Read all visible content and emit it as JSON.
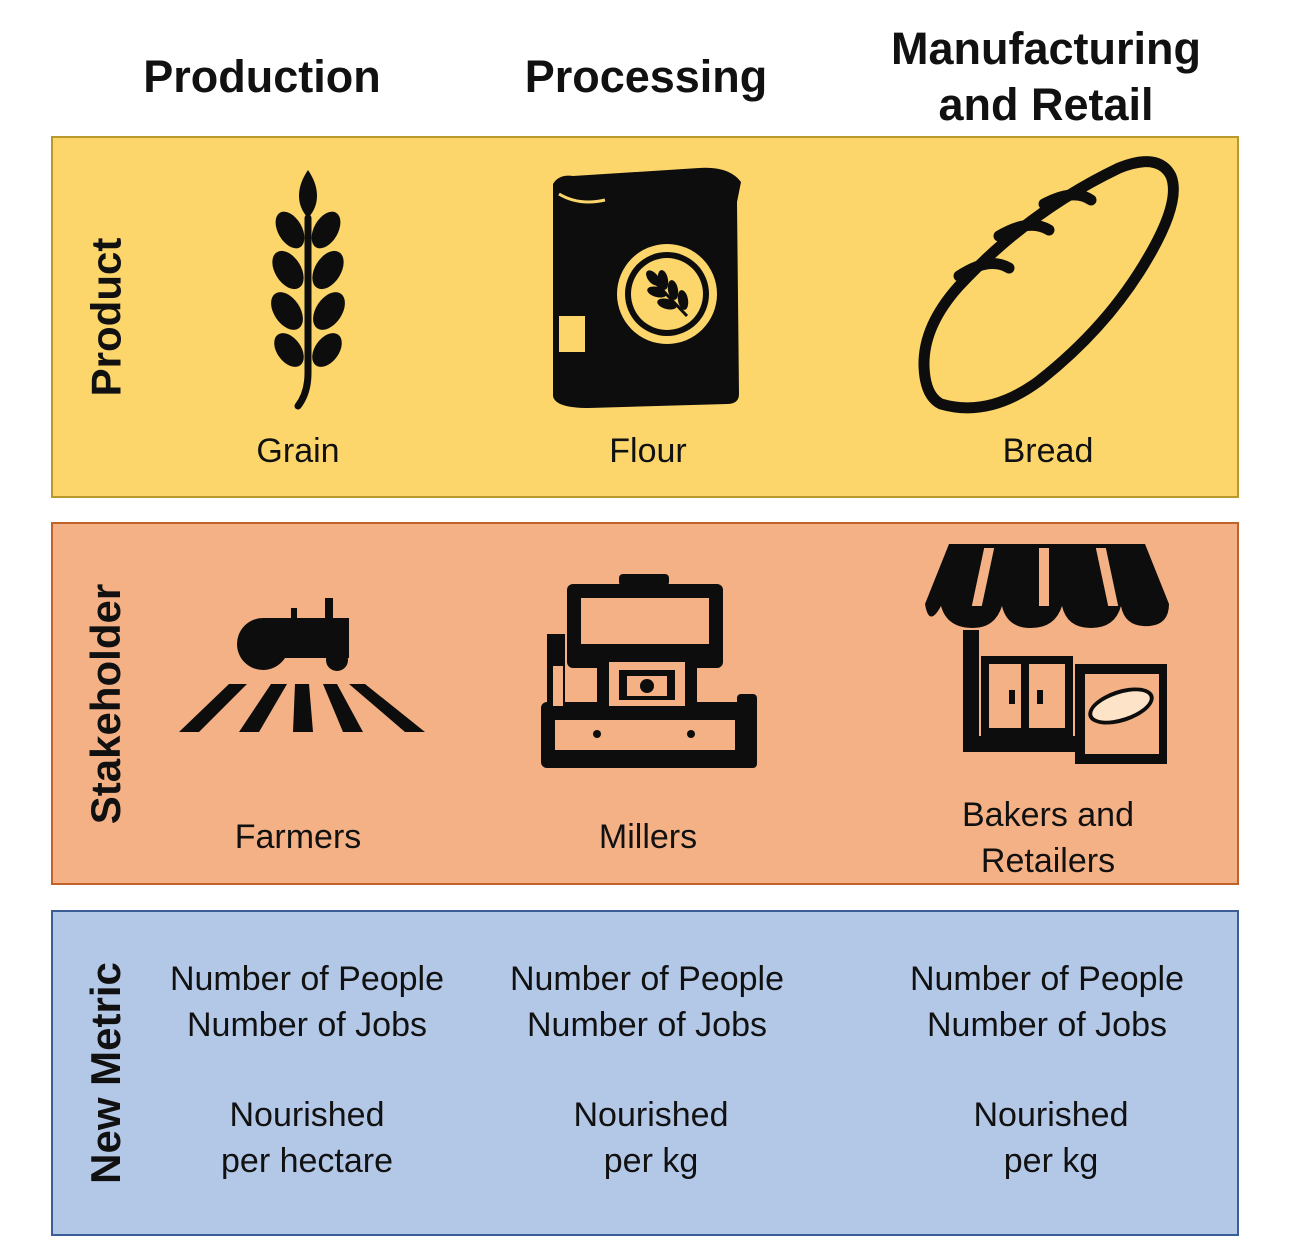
{
  "columns": [
    {
      "header": "Production"
    },
    {
      "header": "Processing"
    },
    {
      "header": "Manufacturing\nand Retail"
    }
  ],
  "colors": {
    "product_band": "#fcd66b",
    "stakeholder_band": "#f4b185",
    "metric_band": "#b3c7e7",
    "icon": "#0d0d0d"
  },
  "rows": {
    "product": {
      "label": "Product",
      "cells": [
        {
          "icon": "wheat-icon",
          "label": "Grain"
        },
        {
          "icon": "flour-bag-icon",
          "label": "Flour"
        },
        {
          "icon": "bread-icon",
          "label": "Bread"
        }
      ]
    },
    "stakeholder": {
      "label": "Stakeholder",
      "cells": [
        {
          "icon": "tractor-field-icon",
          "label": "Farmers"
        },
        {
          "icon": "mill-machine-icon",
          "label": "Millers"
        },
        {
          "icon": "bakery-shop-icon",
          "label": "Bakers and\nRetailers"
        }
      ]
    },
    "metric": {
      "label": "New Metric",
      "cells": [
        {
          "line1": "Number of People\nNumber of Jobs",
          "line2": "Nourished\nper hectare"
        },
        {
          "line1": "Number of People\nNumber of Jobs",
          "line2": "Nourished\nper kg"
        },
        {
          "line1": "Number of People\nNumber of Jobs",
          "line2": "Nourished\nper kg"
        }
      ]
    }
  }
}
